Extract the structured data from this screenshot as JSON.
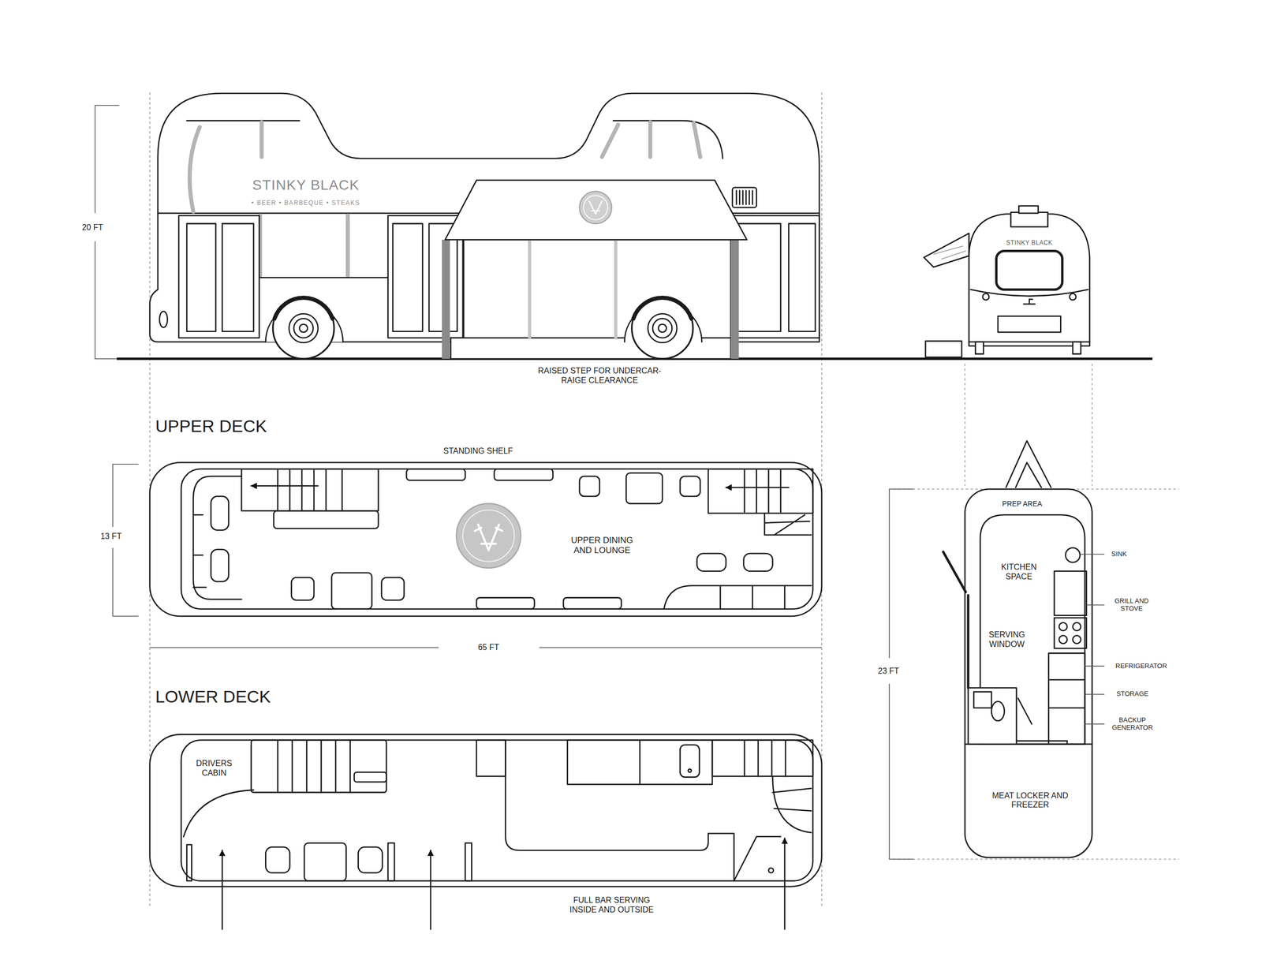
{
  "diagram": {
    "labels": [
      "STINKY BLACK",
      "• BEER • BARBEQUE • STEAKS",
      "20 FT",
      "RAISED STEP FOR UNDERCAR- RAIGE CLEARANCE",
      "STINKY BLACK",
      "UPPER DECK",
      "STANDING SHELF",
      "13 FT",
      "UPPER DINING AND LOUNGE",
      "65 FT",
      "LOWER DECK",
      "DRIVERS CABIN",
      "FULL BAR SERVING INSIDE AND OUTSIDE",
      "PREP AREA",
      "KITCHEN SPACE",
      "SERVING WINDOW",
      "SINK",
      "GRILL AND STOVE",
      "REFRIGERATOR",
      "STORAGE",
      "BACKUP GENERATOR",
      "23 FT",
      "MEAT LOCKER AND FREEZER"
    ]
  }
}
